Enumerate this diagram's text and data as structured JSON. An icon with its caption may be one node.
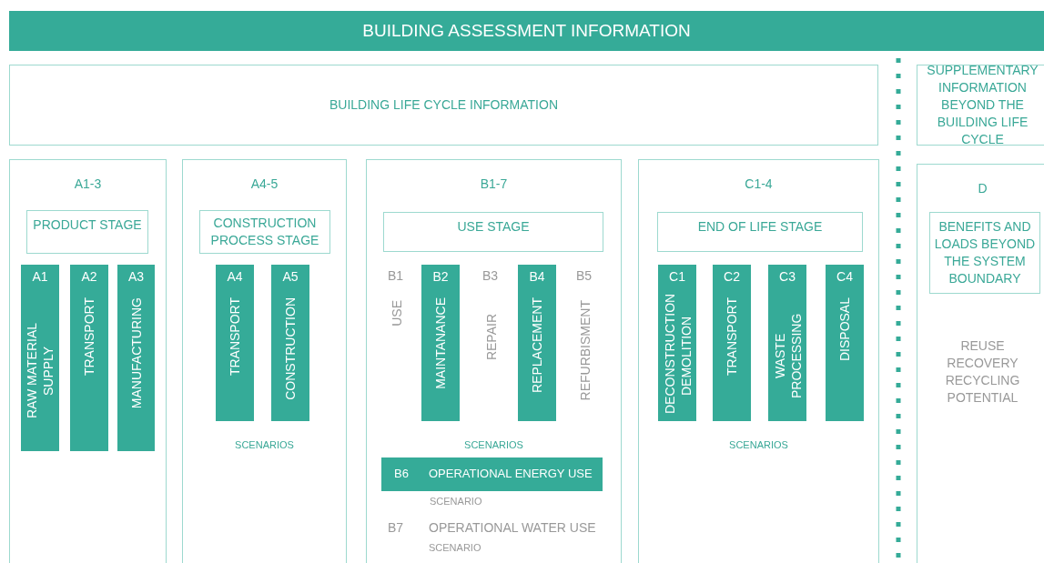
{
  "diagram": {
    "nodes": [
      {
        "text": [
          "BUILDING ASSESSMENT INFORMATION"
        ]
      },
      {
        "text": [
          "BUILDING LIFE CYCLE INFORMATION"
        ]
      },
      {
        "text": [
          "SUPPLEMENTARY INFORMATION BEYOND THE BUILDING LIFE CYCLE"
        ]
      },
      {
        "text": [
          "A1-3"
        ]
      },
      {
        "text": [
          "PRODUCT STAGE"
        ],
        "in": 3
      },
      {
        "text": [
          "A1",
          "RAW MATERIAL SUPPLY"
        ],
        "in": 3
      },
      {
        "text": [
          "A2",
          "TRANSPORT"
        ],
        "in": 3
      },
      {
        "text": [
          "A3",
          "MANUFACTURING"
        ],
        "in": 3
      },
      {
        "text": [
          "A4-5",
          "SCENARIOS"
        ]
      },
      {
        "text": [
          "CONSTRUCTION PROCESS STAGE"
        ],
        "in": 8
      },
      {
        "text": [
          "A4",
          "TRANSPORT"
        ],
        "in": 8
      },
      {
        "text": [
          "A5",
          "CONSTRUCTION"
        ],
        "in": 8
      },
      {
        "text": [
          "B1-7",
          "SCENARIOS"
        ]
      },
      {
        "text": [
          "USE STAGE"
        ],
        "in": 12
      },
      {
        "text": [
          "B2",
          "MAINTANANCE"
        ],
        "in": 12
      },
      {
        "text": [
          "B4",
          "REPLACEMENT"
        ],
        "in": 12
      },
      {
        "text": [
          "B6",
          "OPERATIONAL ENERGY USE"
        ],
        "in": 12,
        "beside": [
          "SCENARIO"
        ]
      },
      {
        "text": [
          "C1-4",
          "SCENARIOS"
        ]
      },
      {
        "text": [
          "END OF LIFE STAGE"
        ],
        "in": 17
      },
      {
        "text": [
          "C1",
          "DECONSTRUCTION DEMOLITION"
        ],
        "in": 17
      },
      {
        "text": [
          "C2",
          "TRANSPORT"
        ],
        "in": 17
      },
      {
        "text": [
          "C3",
          "WASTE PROCESSING"
        ],
        "in": 17
      },
      {
        "text": [
          "C4",
          "DISPOSAL"
        ],
        "in": 17
      },
      {
        "text": [
          "D",
          "REUSE RECOVERY RECYCLING POTENTIAL"
        ]
      },
      {
        "text": [
          "BENEFITS AND LOADS BEYOND THE SYSTEM BOUNDARY"
        ],
        "in": 23
      }
    ],
    "labels": [
      "B1",
      "USE",
      "B3",
      "REPAIR",
      "B5",
      "REFURBISMENT",
      "B7",
      "OPERATIONAL WATER USE",
      "SCENARIO"
    ]
  }
}
